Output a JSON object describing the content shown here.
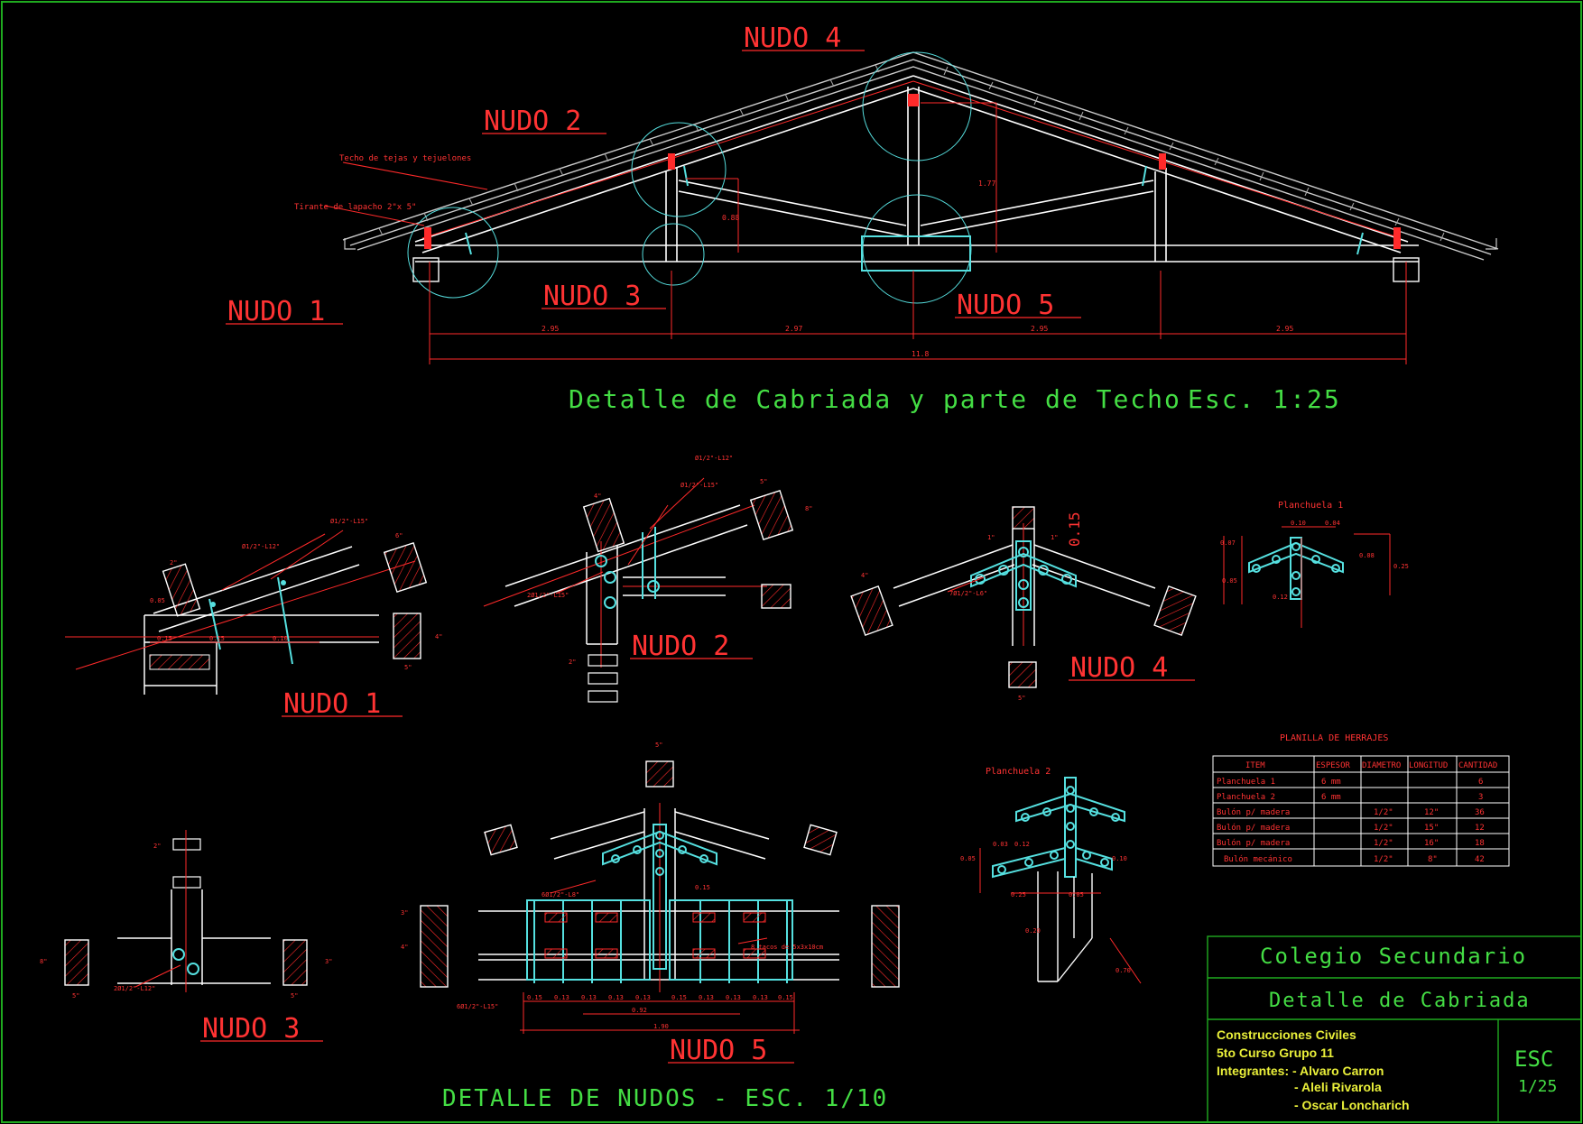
{
  "colors": {
    "background": "#000000",
    "white": "#ffffff",
    "red": "#ff2a2a",
    "green": "#3fd93f",
    "cyan": "#55e0e0",
    "yellow": "#eaf03a",
    "frame": "#1faa1f"
  },
  "truss": {
    "caption": "Detalle de Cabriada y parte de Techo",
    "scale": "Esc. 1:25",
    "nodes": {
      "n1": "NUDO 1",
      "n2": "NUDO 2",
      "n3": "NUDO 3",
      "n4": "NUDO 4",
      "n5": "NUDO 5"
    },
    "notes": {
      "roof": "Techo de tejas y tejuelones",
      "tie": "Tirante de lapacho 2\"x 5\""
    },
    "dims": {
      "seg1": "2.95",
      "seg2": "2.97",
      "seg3": "2.95",
      "seg4": "2.95",
      "total": "11.8",
      "h1": "0.88",
      "h2": "1.77"
    }
  },
  "details": {
    "caption": "DETALLE DE NUDOS - ESC. 1/10",
    "n1": {
      "title": "NUDO 1",
      "bolt_a": "Ø1/2\"-L12\"",
      "bolt_b": "Ø1/2\"-L15\"",
      "d1": "0.15",
      "d2": "0.15",
      "d3": "0.10",
      "d4": "0.05",
      "s5": "5\"",
      "s4": "4\"",
      "s2": "2\"",
      "s6": "6\""
    },
    "n2": {
      "title": "NUDO 2",
      "bolt_a": "Ø1/2\"-L12\"",
      "bolt_b": "Ø1/2\"-L15\"",
      "bolt_c": "2Ø1/2\"-L15\"",
      "s4": "4\"",
      "s5": "5\"",
      "s2": "2\"",
      "s8": "8\""
    },
    "n4": {
      "title": "NUDO 4",
      "bolt": "7Ø1/2\"-L6\"",
      "d1": "0.15",
      "s1": "1\"",
      "s4": "4\"",
      "s5": "5\""
    },
    "plate1": {
      "title": "Planchuela 1",
      "d1": "0.10",
      "d2": "0.04",
      "d3": "0.07",
      "d4": "0.05",
      "d5": "0.25",
      "d6": "0.08",
      "d7": "0.12"
    },
    "n3": {
      "title": "NUDO 3",
      "bolt": "2Ø1/2\"-L12\"",
      "s2": "2\"",
      "s5": "5\"",
      "s8": "8\"",
      "s3": "3\""
    },
    "n5": {
      "title": "NUDO 5",
      "bolt_a": "6Ø1/2\"-L8\"",
      "bolt_b": "6Ø1/2\"-L15\"",
      "tacos": "8 tacos de 5x3x10cm",
      "dims": [
        "0.15",
        "0.13",
        "0.13",
        "0.13",
        "0.13",
        "0.15",
        "0.13",
        "0.13",
        "0.13",
        "0.15"
      ],
      "sub": "0.92",
      "total": "1.90",
      "v": "0.15",
      "s5": "5\"",
      "s3": "3\"",
      "s4": "4\""
    },
    "plate2": {
      "title": "Planchuela 2",
      "d1": "0.03",
      "d2": "0.12",
      "d3": "0.05",
      "d4": "0.10",
      "d5": "0.25",
      "d6": "0.05",
      "d7": "0.20",
      "d8": "0.70"
    }
  },
  "hardware": {
    "title": "PLANILLA DE HERRAJES",
    "headers": [
      "ITEM",
      "ESPESOR",
      "DIAMETRO",
      "LONGITUD",
      "CANTIDAD"
    ],
    "rows": [
      [
        "Planchuela 1",
        "6 mm",
        "",
        "",
        "6"
      ],
      [
        "Planchuela 2",
        "6 mm",
        "",
        "",
        "3"
      ],
      [
        "Bulón p/ madera",
        "",
        "1/2\"",
        "12\"",
        "36"
      ],
      [
        "Bulón p/ madera",
        "",
        "1/2\"",
        "15\"",
        "12"
      ],
      [
        "Bulón p/ madera",
        "",
        "1/2\"",
        "16\"",
        "18"
      ],
      [
        "Bulón mecánico",
        "",
        "1/2\"",
        "8\"",
        "42"
      ]
    ]
  },
  "titleblock": {
    "school": "Colegio Secundario",
    "drawing": "Detalle de Cabriada",
    "course_line1": "Construcciones Civiles",
    "course_line2": "5to Curso   Grupo 11",
    "members_label": "Integrantes: - Alvaro Carron",
    "member2": "- Aleli Rivarola",
    "member3": "- Oscar Loncharich",
    "esc": "ESC",
    "esc_value": "1/25"
  }
}
